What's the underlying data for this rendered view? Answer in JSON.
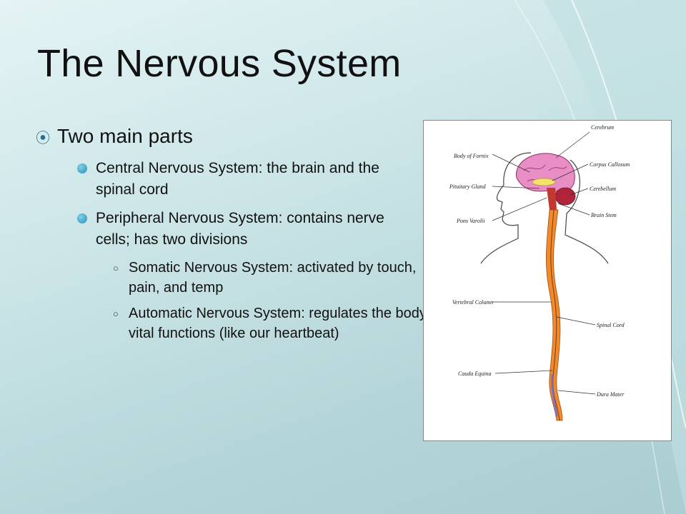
{
  "slide": {
    "title": "The Nervous System",
    "bullets": [
      {
        "text": "Two main parts",
        "children": [
          {
            "text": "Central Nervous System: the brain and the spinal cord",
            "children": []
          },
          {
            "text": "Peripheral Nervous System: contains nerve cells; has two divisions",
            "children": [
              {
                "text": "Somatic Nervous System: activated by touch, pain, and temp"
              },
              {
                "text": "Automatic Nervous System: regulates the body’s vital functions (like our heartbeat)"
              }
            ]
          }
        ]
      }
    ]
  },
  "figure": {
    "labels": {
      "cerebrum": "Cerebrum",
      "body_of_fornix": "Body of Fornix",
      "corpus_callosum": "Corpus Callosum",
      "pituitary_gland": "Pituitary Gland",
      "cerebellum": "Cerebellum",
      "brain_stem": "Brain Stem",
      "pons_varolii": "Pons Varolii",
      "vertebral_column": "Vertebral Column",
      "spinal_cord": "Spinal Cord",
      "cauda_equina": "Cauda Equina",
      "dura_mater": "Dura Mater"
    }
  },
  "colors": {
    "accent": "#2b6e8c",
    "brain": "#e28bc0",
    "cerebellum": "#b0243a",
    "spine": "#f08a2c"
  }
}
